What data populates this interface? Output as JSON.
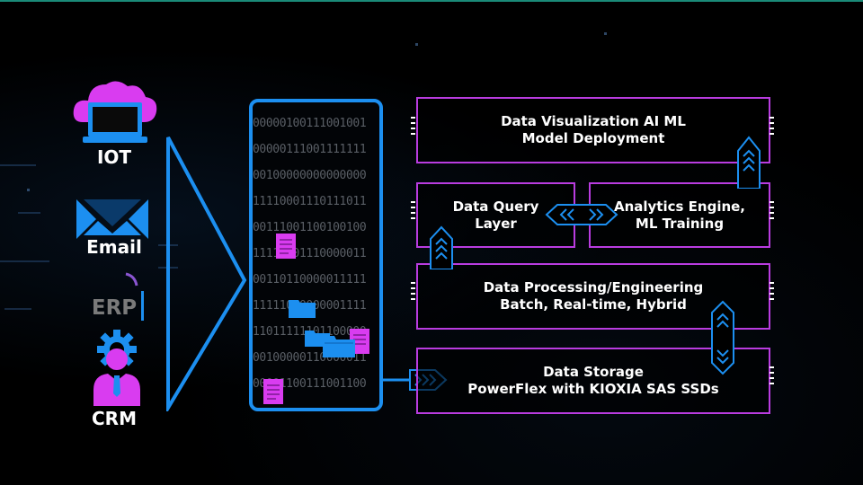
{
  "sources": {
    "iot_label": "IOT",
    "email_label": "Email",
    "erp_label": "ERP",
    "crm_label": "CRM"
  },
  "binary_rows": [
    "00000100111001001",
    "00000111001111111",
    "00100000000000000",
    "11110001110111011",
    "00111001100100100",
    "11110001110000011",
    "00110110000011111",
    "11111000000001111",
    "11011111101100000",
    "00100000110000011",
    "00001100111001100"
  ],
  "boxes": {
    "visualization": [
      "Data Visualization AI ML",
      "Model Deployment"
    ],
    "query": [
      "Data Query",
      "Layer"
    ],
    "analytics": [
      "Analytics Engine,",
      "ML Training"
    ],
    "processing": [
      "Data Processing/Engineering",
      "Batch, Real-time, Hybrid"
    ],
    "storage": [
      "Data Storage",
      "PowerFlex with KIOXIA SAS SSDs"
    ]
  },
  "colors": {
    "accent_blue": "#1c8ff0",
    "accent_purple": "#b93ce0",
    "icon_magenta": "#d93cf0",
    "background": "#000000"
  },
  "icons": [
    "cloud-laptop-icon",
    "envelope-icon",
    "gear-icon",
    "person-icon",
    "document-icon",
    "folder-icon",
    "double-chevron-arrow-icon"
  ]
}
